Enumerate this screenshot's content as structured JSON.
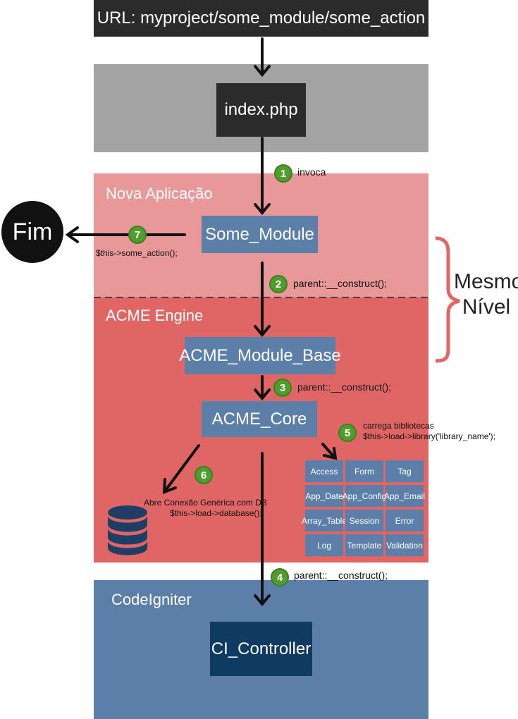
{
  "url_bar": {
    "text": "URL: myproject/some_module/some_action"
  },
  "index": {
    "label": "index.php"
  },
  "nova_aplicacao": {
    "title": "Nova Aplicação",
    "module_label": "Some_Module"
  },
  "acme_engine": {
    "title": "ACME Engine",
    "module_base_label": "ACME_Module_Base",
    "core_label": "ACME_Core"
  },
  "codeigniter": {
    "title": "CodeIgniter",
    "controller_label": "CI_Controller"
  },
  "fim": {
    "label": "Fim"
  },
  "mesmo_nivel": {
    "line1": "Mesmo",
    "line2": "Nível"
  },
  "steps": [
    {
      "num": "1",
      "text": "invoca"
    },
    {
      "num": "2",
      "text": "parent::__construct();"
    },
    {
      "num": "3",
      "text": "parent::__construct();"
    },
    {
      "num": "4",
      "text": "parent::__construct();"
    },
    {
      "num": "5",
      "line1": "carrega bibliotecas",
      "line2": "$this->load->library('library_name');"
    },
    {
      "num": "6",
      "line1": "Abre Conexão Genérica com DB",
      "line2": "$this->load->database();"
    },
    {
      "num": "7",
      "text": "$this->some_action();"
    }
  ],
  "libraries": [
    "Access",
    "Form",
    "Tag",
    "App_Date",
    "App_Config",
    "App_Email",
    "Array_Table",
    "Session",
    "Error",
    "Log",
    "Template",
    "Validation"
  ],
  "icons": {
    "database": "database-icon"
  },
  "colors": {
    "nova": "#e89898",
    "acme": "#e06666",
    "codeigniter": "#5c7faa",
    "module_box": "#5c7faa",
    "controller_box": "#0f3b63",
    "badge": "#4f9e2d",
    "brace": "#e06666"
  }
}
